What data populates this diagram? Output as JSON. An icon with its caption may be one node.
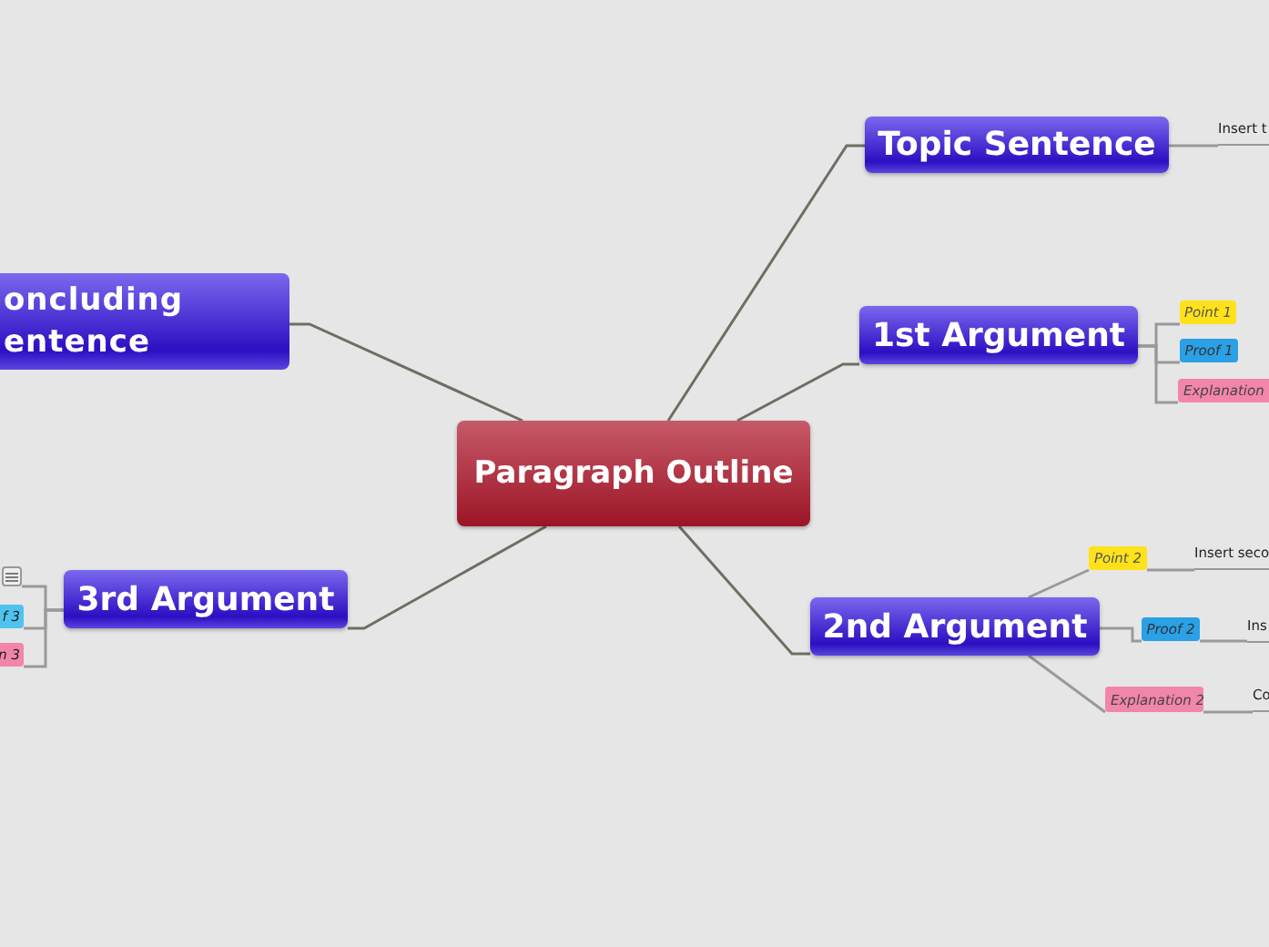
{
  "diagram": {
    "nodes": [
      {
        "text": [
          "Paragraph Outline"
        ]
      },
      {
        "text": [
          "Topic Sentence"
        ]
      },
      {
        "text": [
          "Insert t"
        ]
      },
      {
        "text": [
          "1st Argument"
        ]
      },
      {
        "text": [
          "Point 1"
        ]
      },
      {
        "text": [
          "Proof 1"
        ]
      },
      {
        "text": [
          "Explanation"
        ]
      },
      {
        "text": [
          "2nd Argument"
        ]
      },
      {
        "text": [
          "Point 2"
        ]
      },
      {
        "text": [
          "Insert seco"
        ]
      },
      {
        "text": [
          "Proof 2"
        ]
      },
      {
        "text": [
          "Ins"
        ]
      },
      {
        "text": [
          "Explanation 2"
        ]
      },
      {
        "text": [
          "Co"
        ]
      },
      {
        "text": [
          "3rd Argument"
        ]
      },
      {
        "text": [],
        "shape": "box"
      },
      {
        "text": [
          "f 3"
        ]
      },
      {
        "text": [
          "n 3"
        ]
      },
      {
        "text": [
          "oncluding entence"
        ]
      }
    ],
    "edges": [
      {
        "from": 0,
        "to": 1,
        "arrow": "none",
        "color": "#6e6e62"
      },
      {
        "from": 0,
        "to": 3,
        "arrow": "none",
        "color": "#6e6e62"
      },
      {
        "from": 0,
        "to": 7,
        "arrow": "none",
        "color": "#6e6e62"
      },
      {
        "from": 0,
        "to": 14,
        "arrow": "none",
        "color": "#6e6e62"
      },
      {
        "from": 0,
        "to": 18,
        "arrow": "none",
        "color": "#6e6e62"
      },
      {
        "from": 1,
        "to": 2,
        "arrow": "none"
      },
      {
        "from": 3,
        "to": 4,
        "arrow": "none"
      },
      {
        "from": 3,
        "to": 5,
        "arrow": "none"
      },
      {
        "from": 3,
        "to": 6,
        "arrow": "none"
      },
      {
        "from": 7,
        "to": 8,
        "arrow": "none"
      },
      {
        "from": 8,
        "to": 9,
        "arrow": "none"
      },
      {
        "from": 7,
        "to": 10,
        "arrow": "none"
      },
      {
        "from": 10,
        "to": 11,
        "arrow": "none"
      },
      {
        "from": 7,
        "to": 12,
        "arrow": "none"
      },
      {
        "from": 12,
        "to": 13,
        "arrow": "none"
      },
      {
        "from": 14,
        "to": 15,
        "arrow": "none"
      },
      {
        "from": 14,
        "to": 16,
        "arrow": "none"
      },
      {
        "from": 14,
        "to": 17,
        "arrow": "none"
      }
    ]
  }
}
